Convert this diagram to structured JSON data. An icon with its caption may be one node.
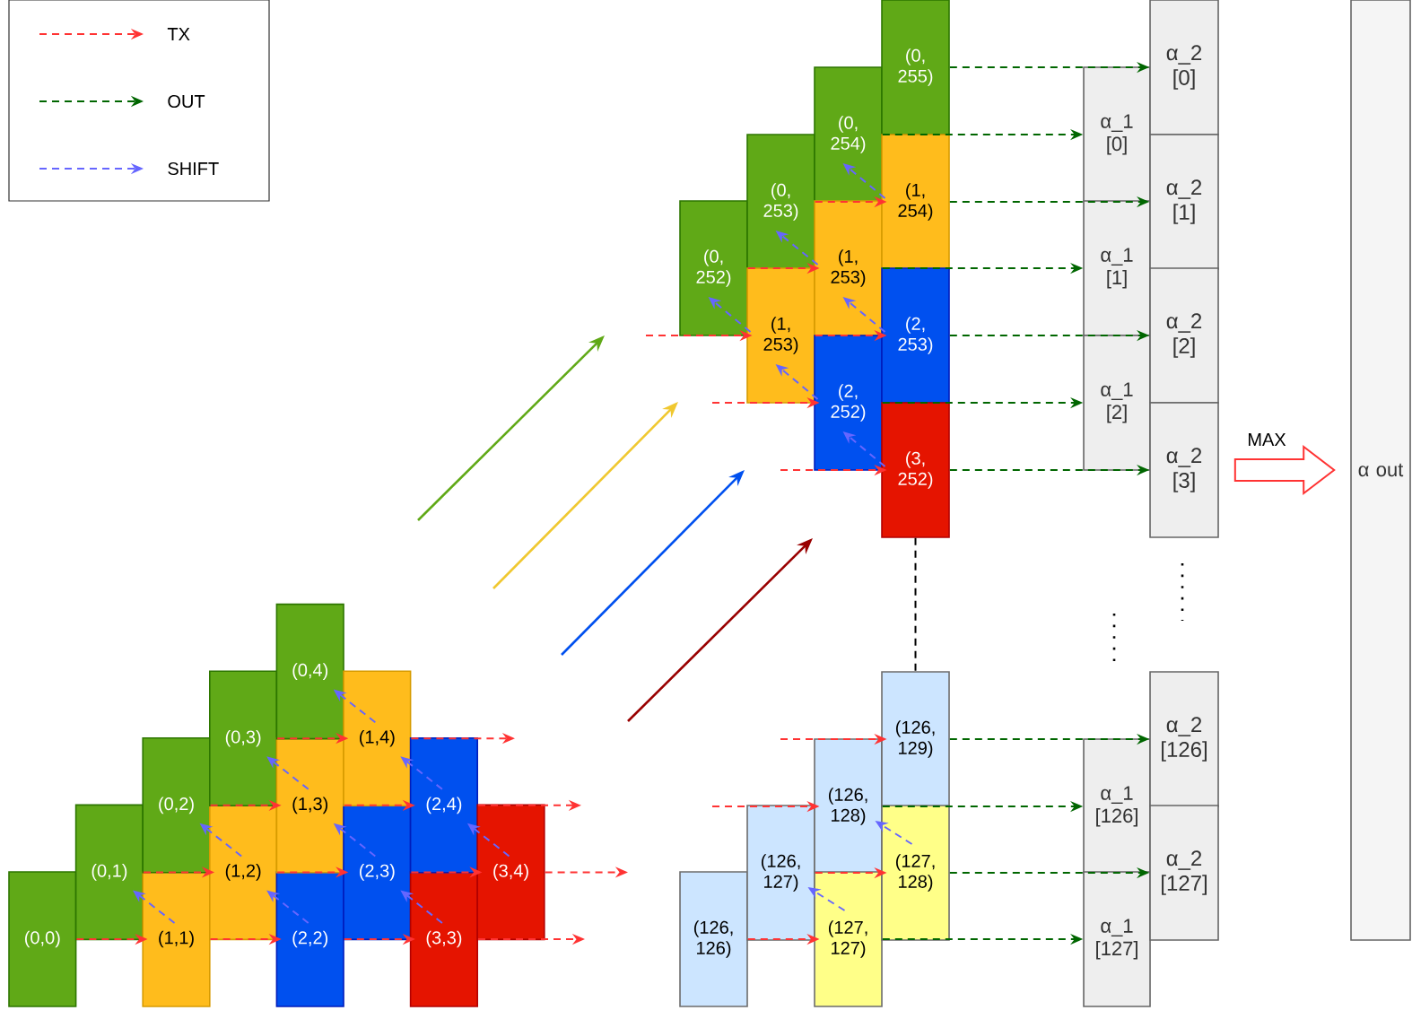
{
  "diagram": {
    "nodes": [
      {
        "text": [
          "(0,0)"
        ]
      },
      {
        "text": [
          "(0,1)"
        ]
      },
      {
        "text": [
          "(1,1)"
        ]
      },
      {
        "text": [
          "(0,2)"
        ]
      },
      {
        "text": [
          "(1,2)"
        ]
      },
      {
        "text": [
          "(2,2)"
        ]
      },
      {
        "text": [
          "(0,3)"
        ]
      },
      {
        "text": [
          "(1,3)"
        ]
      },
      {
        "text": [
          "(2,3)"
        ]
      },
      {
        "text": [
          "(3,3)"
        ]
      },
      {
        "text": [
          "(0,4)"
        ]
      },
      {
        "text": [
          "(1,4)"
        ]
      },
      {
        "text": [
          "(2,4)"
        ]
      },
      {
        "text": [
          "(3,4)"
        ]
      },
      {
        "text": [
          "(0, 252)"
        ]
      },
      {
        "text": [
          "(0, 253)"
        ]
      },
      {
        "text": [
          "(0, 254)"
        ]
      },
      {
        "text": [
          "(0, 255)"
        ]
      },
      {
        "text": [
          "(1, 253)"
        ]
      },
      {
        "text": [
          "(1, 253)"
        ]
      },
      {
        "text": [
          "(1, 254)"
        ]
      },
      {
        "text": [
          "(2, 252)"
        ]
      },
      {
        "text": [
          "(2, 253)"
        ]
      },
      {
        "text": [
          "(3, 252)"
        ]
      },
      {
        "text": [
          "(126, 126)"
        ]
      },
      {
        "text": [
          "(126, 127)"
        ]
      },
      {
        "text": [
          "(126, 128)"
        ]
      },
      {
        "text": [
          "(126, 129)"
        ]
      },
      {
        "text": [
          "(127, 127)"
        ]
      },
      {
        "text": [
          "(127, 128)"
        ]
      },
      {
        "text": [
          "α_1 [0]"
        ]
      },
      {
        "text": [
          "α_1 [1]"
        ]
      },
      {
        "text": [
          "α_1 [2]"
        ]
      },
      {
        "text": [
          "α_1 [126]"
        ]
      },
      {
        "text": [
          "α_1 [127]"
        ]
      },
      {
        "text": [
          "α_2 [0]"
        ]
      },
      {
        "text": [
          "α_2 [1]"
        ]
      },
      {
        "text": [
          "α_2 [2]"
        ]
      },
      {
        "text": [
          "α_2 [3]"
        ]
      },
      {
        "text": [
          "α_2 [126]"
        ]
      },
      {
        "text": [
          "α_2 [127]"
        ]
      },
      {
        "text": [
          "α out"
        ]
      }
    ],
    "edges": [
      {
        "from": 0,
        "to": 2,
        "arrow": "to",
        "style": "dashed"
      },
      {
        "from": 2,
        "to": 5,
        "arrow": "to",
        "style": "dashed"
      },
      {
        "from": 5,
        "to": 9,
        "arrow": "to",
        "style": "dashed"
      },
      {
        "from": 9,
        "to": null,
        "arrow": "to",
        "style": "dashed"
      },
      {
        "from": 1,
        "to": 4,
        "arrow": "to",
        "style": "dashed"
      },
      {
        "from": 4,
        "to": 8,
        "arrow": "to",
        "style": "dashed"
      },
      {
        "from": 8,
        "to": 13,
        "arrow": "to",
        "style": "dashed"
      },
      {
        "from": 13,
        "to": null,
        "arrow": "to",
        "style": "dashed"
      },
      {
        "from": 3,
        "to": 7,
        "arrow": "to",
        "style": "dashed"
      },
      {
        "from": 7,
        "to": 12,
        "arrow": "to",
        "style": "dashed"
      },
      {
        "from": 12,
        "to": null,
        "arrow": "to",
        "style": "dashed"
      },
      {
        "from": 6,
        "to": 11,
        "arrow": "to",
        "style": "dashed"
      },
      {
        "from": 11,
        "to": null,
        "arrow": "to",
        "style": "dashed"
      },
      {
        "from": 2,
        "to": 1,
        "arrow": "to",
        "style": "dashed",
        "color": "#6666ff"
      },
      {
        "from": 4,
        "to": 3,
        "arrow": "to",
        "style": "dashed",
        "color": "#6666ff"
      },
      {
        "from": 7,
        "to": 6,
        "arrow": "to",
        "style": "dashed",
        "color": "#6666ff"
      },
      {
        "from": 11,
        "to": 10,
        "arrow": "to",
        "style": "dashed",
        "color": "#6666ff"
      },
      {
        "from": 5,
        "to": 4,
        "arrow": "to",
        "style": "dashed",
        "color": "#6666ff"
      },
      {
        "from": 8,
        "to": 7,
        "arrow": "to",
        "style": "dashed",
        "color": "#6666ff"
      },
      {
        "from": 12,
        "to": 11,
        "arrow": "to",
        "style": "dashed",
        "color": "#6666ff"
      },
      {
        "from": 9,
        "to": 8,
        "arrow": "to",
        "style": "dashed",
        "color": "#6666ff"
      },
      {
        "from": 13,
        "to": 12,
        "arrow": "to",
        "style": "dashed",
        "color": "#6666ff"
      },
      {
        "from": null,
        "to": 18,
        "arrow": "to",
        "style": "dashed"
      },
      {
        "from": 18,
        "to": 22,
        "arrow": "to",
        "style": "dashed"
      },
      {
        "from": 14,
        "to": 19,
        "arrow": "to",
        "style": "dashed"
      },
      {
        "from": 15,
        "to": 20,
        "arrow": "to",
        "style": "dashed"
      },
      {
        "from": null,
        "to": 21,
        "arrow": "to",
        "style": "dashed"
      },
      {
        "from": null,
        "to": 23,
        "arrow": "to",
        "style": "dashed"
      },
      {
        "from": 20,
        "to": 16,
        "arrow": "to",
        "style": "dashed",
        "color": "#6666ff"
      },
      {
        "from": 19,
        "to": 15,
        "arrow": "to",
        "style": "dashed",
        "color": "#6666ff"
      },
      {
        "from": 18,
        "to": 14,
        "arrow": "to",
        "style": "dashed",
        "color": "#6666ff"
      },
      {
        "from": 22,
        "to": 19,
        "arrow": "to",
        "style": "dashed",
        "color": "#6666ff"
      },
      {
        "from": 21,
        "to": 18,
        "arrow": "to",
        "style": "dashed",
        "color": "#6666ff"
      },
      {
        "from": 23,
        "to": 21,
        "arrow": "to",
        "style": "dashed",
        "color": "#6666ff"
      },
      {
        "from": 17,
        "to": 35,
        "arrow": "to",
        "style": "dashed",
        "color": "#006600"
      },
      {
        "from": 16,
        "to": 30,
        "arrow": "to",
        "style": "dashed",
        "color": "#006600"
      },
      {
        "from": 20,
        "to": 36,
        "arrow": "to",
        "style": "dashed",
        "color": "#006600"
      },
      {
        "from": 19,
        "to": 31,
        "arrow": "to",
        "style": "dashed",
        "color": "#006600"
      },
      {
        "from": 22,
        "to": 37,
        "arrow": "to",
        "style": "dashed",
        "color": "#006600"
      },
      {
        "from": 21,
        "to": 32,
        "arrow": "to",
        "style": "dashed",
        "color": "#006600"
      },
      {
        "from": 23,
        "to": 38,
        "arrow": "to",
        "style": "dashed",
        "color": "#006600"
      },
      {
        "from": 23,
        "to": 27,
        "arrow": "none",
        "style": "dashed",
        "color": "#000000"
      },
      {
        "from": null,
        "to": 27,
        "arrow": "to",
        "style": "dashed"
      },
      {
        "from": null,
        "to": 26,
        "arrow": "to",
        "style": "dashed"
      },
      {
        "from": 25,
        "to": 29,
        "arrow": "to",
        "style": "dashed"
      },
      {
        "from": 24,
        "to": 28,
        "arrow": "to",
        "style": "dashed"
      },
      {
        "from": 29,
        "to": 26,
        "arrow": "to",
        "style": "dashed",
        "color": "#6666ff"
      },
      {
        "from": 28,
        "to": 25,
        "arrow": "to",
        "style": "dashed",
        "color": "#6666ff"
      },
      {
        "from": 27,
        "to": 39,
        "arrow": "to",
        "style": "dashed",
        "color": "#006600"
      },
      {
        "from": 26,
        "to": 33,
        "arrow": "to",
        "style": "dashed",
        "color": "#006600"
      },
      {
        "from": 29,
        "to": 40,
        "arrow": "to",
        "style": "dashed",
        "color": "#006600"
      },
      {
        "from": 28,
        "to": 34,
        "arrow": "to",
        "style": "dashed",
        "color": "#006600"
      },
      {
        "from": 38,
        "to": 41,
        "arrow": "to",
        "style": "thick",
        "label": "MAX"
      }
    ],
    "legend": [
      {
        "text": "TX"
      },
      {
        "text": "OUT"
      },
      {
        "text": "SHIFT"
      }
    ]
  }
}
